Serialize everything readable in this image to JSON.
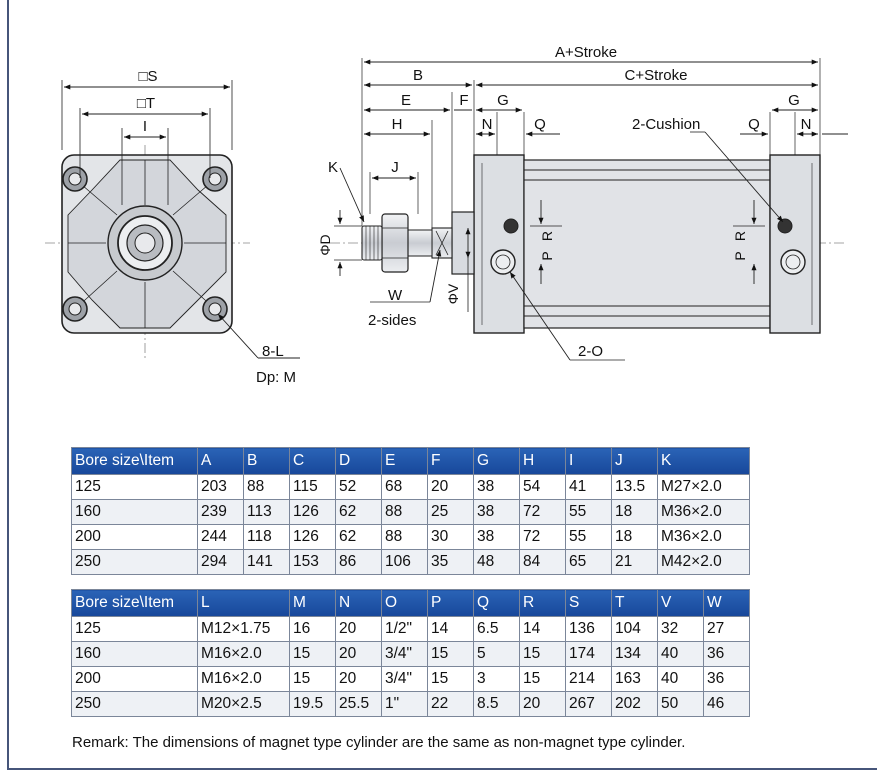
{
  "front_view": {
    "labels": {
      "square_s": "□S",
      "square_t": "□T",
      "dim_i": "I",
      "mount_holes": "8-L",
      "depth": "Dp: M"
    }
  },
  "side_view": {
    "labels": {
      "a_stroke": "A+Stroke",
      "b": "B",
      "c_stroke": "C+Stroke",
      "e": "E",
      "f": "F",
      "g_left": "G",
      "g_right": "G",
      "h": "H",
      "n_left": "N",
      "q_left": "Q",
      "cushion": "2-Cushion",
      "q_right": "Q",
      "n_right": "N",
      "k": "K",
      "j": "J",
      "phi_d": "ΦD",
      "p_left": "P",
      "r_left": "R",
      "p_right": "P",
      "r_right": "R",
      "w": "W",
      "two_sides": "2-sides",
      "phi_v": "ΦV",
      "ports": "2-O"
    }
  },
  "table1": {
    "headers": [
      "Bore size\\Item",
      "A",
      "B",
      "C",
      "D",
      "E",
      "F",
      "G",
      "H",
      "I",
      "J",
      "K"
    ],
    "rows": [
      [
        "125",
        "203",
        "88",
        "115",
        "52",
        "68",
        "20",
        "38",
        "54",
        "41",
        "13.5",
        "M27×2.0"
      ],
      [
        "160",
        "239",
        "113",
        "126",
        "62",
        "88",
        "25",
        "38",
        "72",
        "55",
        "18",
        "M36×2.0"
      ],
      [
        "200",
        "244",
        "118",
        "126",
        "62",
        "88",
        "30",
        "38",
        "72",
        "55",
        "18",
        "M36×2.0"
      ],
      [
        "250",
        "294",
        "141",
        "153",
        "86",
        "106",
        "35",
        "48",
        "84",
        "65",
        "21",
        "M42×2.0"
      ]
    ]
  },
  "table2": {
    "headers": [
      "Bore size\\Item",
      "L",
      "M",
      "N",
      "O",
      "P",
      "Q",
      "R",
      "S",
      "T",
      "V",
      "W"
    ],
    "rows": [
      [
        "125",
        "M12×1.75",
        "16",
        "20",
        "1/2\"",
        "14",
        "6.5",
        "14",
        "136",
        "104",
        "32",
        "27"
      ],
      [
        "160",
        "M16×2.0",
        "15",
        "20",
        "3/4\"",
        "15",
        "5",
        "15",
        "174",
        "134",
        "40",
        "36"
      ],
      [
        "200",
        "M16×2.0",
        "15",
        "20",
        "3/4\"",
        "15",
        "3",
        "15",
        "214",
        "163",
        "40",
        "36"
      ],
      [
        "250",
        "M20×2.5",
        "19.5",
        "25.5",
        "1\"",
        "22",
        "8.5",
        "20",
        "267",
        "202",
        "50",
        "46"
      ]
    ]
  },
  "remark": "Remark: The dimensions of magnet type cylinder are the same as non-magnet type cylinder.",
  "colors": {
    "header_top": "#2a63b6",
    "header_bottom": "#17479a",
    "frame": "#46557a",
    "body_gray": "#dfe1e5"
  }
}
